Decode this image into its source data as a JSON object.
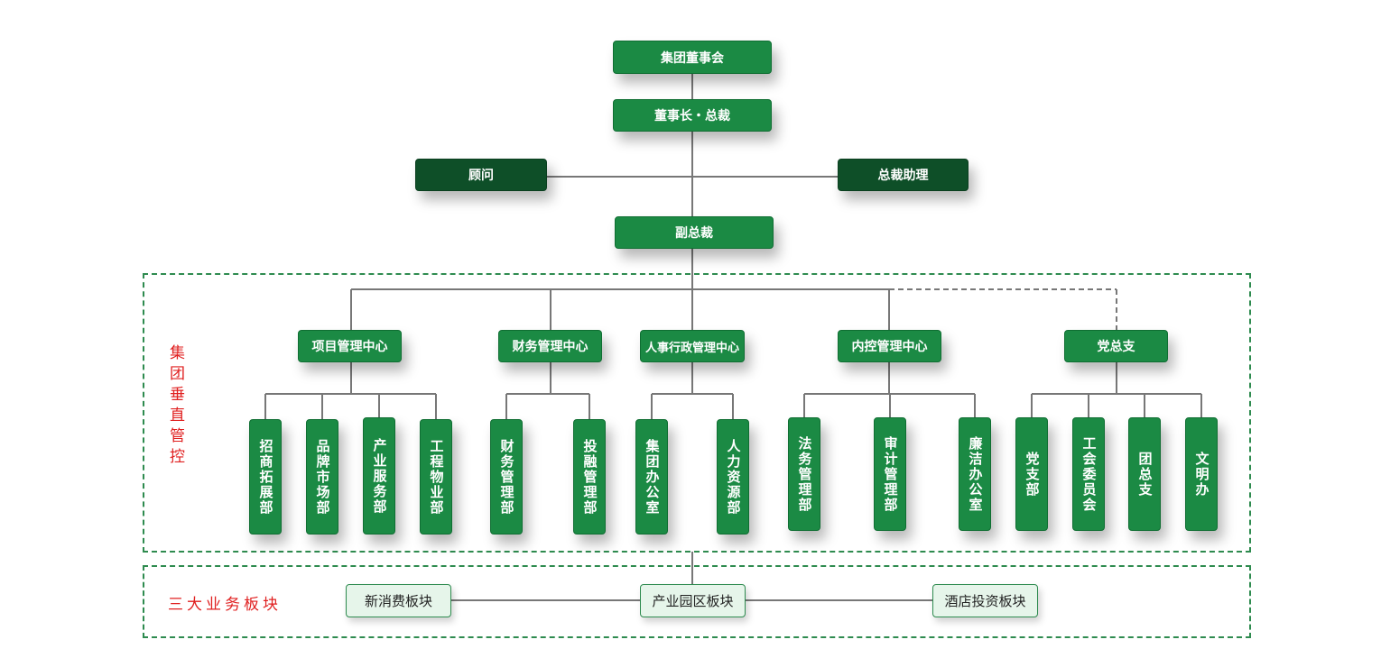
{
  "top": {
    "board": "集团董事会",
    "chairman": "董事长・总裁",
    "advisor": "顾问",
    "assistant": "总裁助理",
    "vp": "副总裁"
  },
  "sections": {
    "vertical_label": "集团垂直管控",
    "business_label": "三大业务板块"
  },
  "centers": [
    {
      "name": "项目管理中心",
      "depts": [
        "招商拓展部",
        "品牌市场部",
        "产业服务部",
        "工程物业部"
      ]
    },
    {
      "name": "财务管理中心",
      "depts": [
        "财务管理部",
        "投融管理部"
      ]
    },
    {
      "name": "人事行政管理中心",
      "depts": [
        "集团办公室",
        "人力资源部"
      ]
    },
    {
      "name": "内控管理中心",
      "depts": [
        "法务管理部",
        "审计管理部",
        "廉洁办公室"
      ]
    },
    {
      "name": "党总支",
      "depts": [
        "党支部",
        "工会委员会",
        "团总支",
        "文明办"
      ]
    }
  ],
  "business": [
    "新消费板块",
    "产业园区板块",
    "酒店投资板块"
  ],
  "colors": {
    "primary": "#1b8a44",
    "dark": "#0e4f28",
    "light": "#e6f5ea",
    "accent_red": "#e02020"
  }
}
